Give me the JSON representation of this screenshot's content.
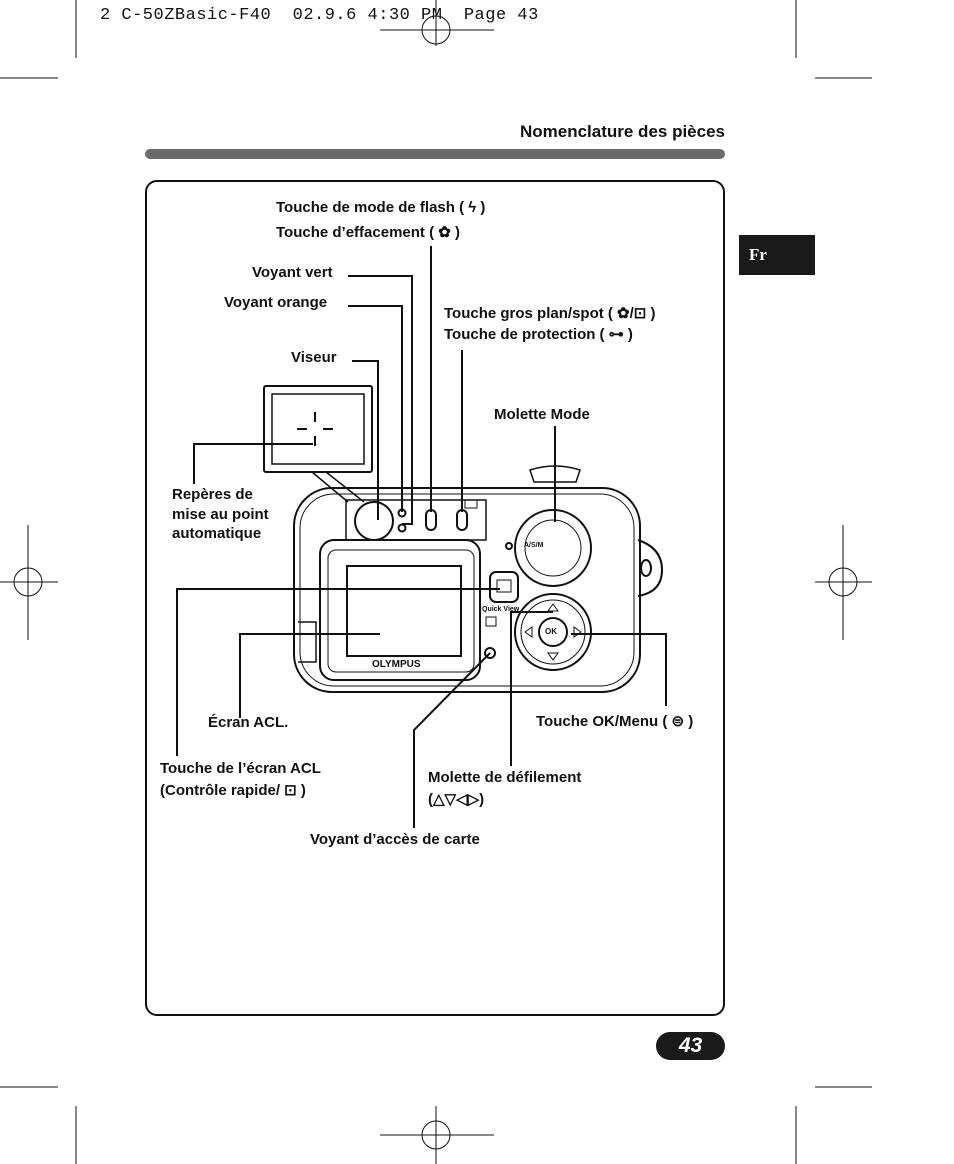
{
  "slug_line": "2 C-50ZBasic-F40  02.9.6 4:30 PM  Page 43",
  "header": {
    "title": "Nomenclature des pièces"
  },
  "language_tab": "Fr",
  "page_number": "43",
  "labels": {
    "flash_button": "Touche de mode de flash ( ϟ )",
    "erase_button": "Touche d’effacement ( ✿ )",
    "green_led": "Voyant vert",
    "orange_led": "Voyant  orange",
    "macro_button": "Touche gros plan/spot ( ✿/⊡ )",
    "protect_button": "Touche de protection ( ⊶ )",
    "viewfinder": "Viseur",
    "mode_dial": "Molette Mode",
    "af_marks_1": "Repères de",
    "af_marks_2": "mise au point",
    "af_marks_3": "automatique",
    "lcd_screen": "Écran ACL.",
    "ok_menu_button": "Touche OK/Menu ( ⊜ )",
    "lcd_button_1": "Touche de l’écran ACL",
    "lcd_button_2": "(Contrôle rapide/ ⊡ )",
    "scroll_dial_1": "Molette de défilement",
    "scroll_dial_2": "(△▽◁▷)",
    "card_access_led": "Voyant d’accès de carte"
  },
  "camera": {
    "brand": "OLYMPUS",
    "quick_view": "Quick View",
    "ok": "OK",
    "dial_text": "A/S/M"
  }
}
